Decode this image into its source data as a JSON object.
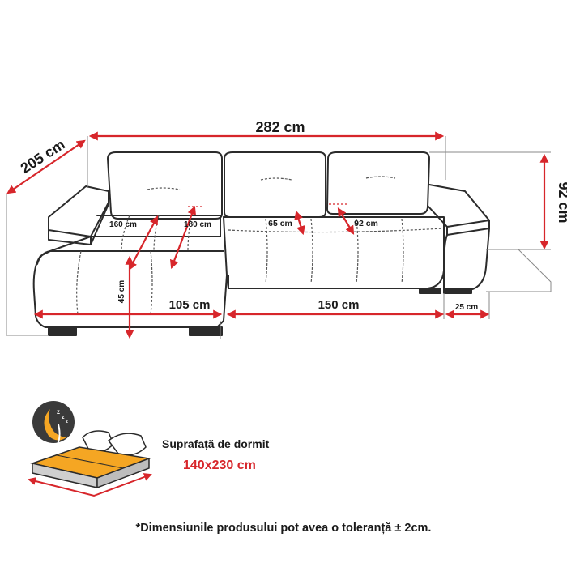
{
  "dimensions": {
    "total_width": "282 cm",
    "depth": "205 cm",
    "height": "92 cm",
    "chaise_depth": "160 cm",
    "bed_depth": "180 cm",
    "seat_depth": "65 cm",
    "seat_depth_2": "92 cm",
    "seat_height": "45 cm",
    "chaise_width": "105 cm",
    "main_width": "150 cm",
    "arm_width": "25 cm"
  },
  "sleeping": {
    "label": "Suprafață de dormit",
    "size": "140x230 cm"
  },
  "note": "*Dimensiunile produsului pot avea o toleranță ± 2cm.",
  "colors": {
    "arrow": "#d7262b",
    "outline": "#2b2b2b",
    "stitch": "#555555",
    "mattress": "#f5a623",
    "value_red": "#d7262b"
  },
  "icons": [
    "sleeping-moon-icon",
    "bed-icon"
  ]
}
